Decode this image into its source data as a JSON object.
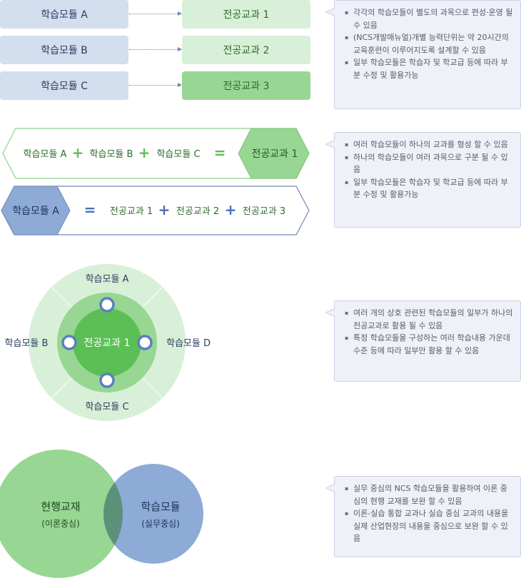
{
  "section1": {
    "modules": [
      "학습모듈 A",
      "학습모듈 B",
      "학습모듈 C"
    ],
    "subjects": [
      "전공교과 1",
      "전공교과 2",
      "전공교과 3"
    ],
    "notes": [
      "각각의 학습모듈이 별도의 과목으로 편성·운영 될 수 있음",
      "(NCS개발매뉴얼)개별 능력단위는 약 20시간의 교육훈련이 이루어지도록 설계할 수 있음",
      "일부 학습모듈은 학습자 및 학교급 등에 따라 부분 수정 및 활용가능"
    ]
  },
  "section2": {
    "row1": {
      "items": [
        "학습모듈 A",
        "학습모듈 B",
        "학습모듈 C"
      ],
      "plus": "+",
      "equals": "=",
      "result": "전공교과 1"
    },
    "row2": {
      "source": "학습모듈 A",
      "equals": "=",
      "items": [
        "전공교과 1",
        "전공교과 2",
        "전공교과 3"
      ],
      "plus": "+"
    },
    "notes": [
      "여러 학습모듈이 하나의 교과를 형성 할 수 있음",
      "하나의 학습모듈이 여러 과목으로 구분 될 수 있음",
      "일부 학습모듈은 학습자 및 학교급 등에 따라 부분 수정 및 활용가능"
    ]
  },
  "section3": {
    "center": "전공교과 1",
    "top": "학습모듈 A",
    "left": "학습모듈 B",
    "right": "학습모듈 D",
    "bottom": "학습모듈 C",
    "notes": [
      "여러 개의 상호 관련된 학습모듈의 일부가 하나의 전공교과로 활용 될 수 있음",
      "특정 학습모듈을 구성하는 여러 학습내용 가운데 수준 등에 따라 일부만 활용 할 수 있음"
    ]
  },
  "section4": {
    "left_title": "현행교재",
    "left_sub": "(이론중심)",
    "right_title": "학습모듈",
    "right_sub": "(실무중심)",
    "notes": [
      "실무 중심의 NCS 학습모듈을 활용하여 이론 중심의 현행 교재를 보완 할 수 있음",
      "이론-실습 통합 교과나 실습 중심 교과의 내용을 실제 산업현장의 내용을 중심으로 보완 할 수 있음"
    ]
  },
  "colors": {
    "module_blue": "#d3deee",
    "subject_light_green": "#d9f0d8",
    "subject_green": "#98d693",
    "accent_green": "#5cbf55",
    "accent_blue": "#4a6fb5",
    "circle_blue": "#8eaad6"
  }
}
